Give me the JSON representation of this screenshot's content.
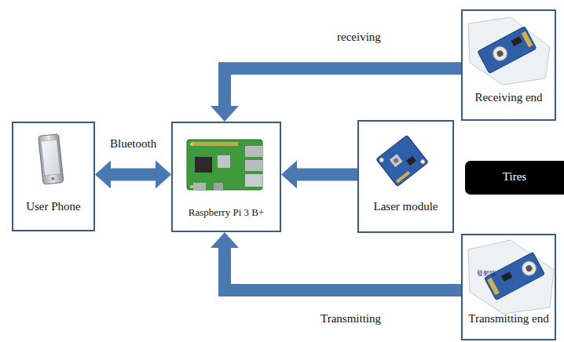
{
  "diagram": {
    "nodes": [
      {
        "text": [
          "User Phone"
        ]
      },
      {
        "text": [
          "Raspberry Pi 3 B+"
        ]
      },
      {
        "text": [
          "Laser module"
        ]
      },
      {
        "text": [
          "Receiving end"
        ]
      },
      {
        "text": [
          "Tires"
        ]
      },
      {
        "text": [
          "Transmitting end"
        ]
      }
    ],
    "edges": [
      {
        "from": 0,
        "to": 1,
        "arrow": "both",
        "label": "Bluetooth"
      },
      {
        "from": 2,
        "to": 1,
        "arrow": "to"
      },
      {
        "from": 3,
        "to": 1,
        "arrow": "to",
        "label": "receiving"
      },
      {
        "from": 5,
        "to": 1,
        "arrow": "to",
        "label": "Transmitting"
      }
    ],
    "labels": [
      "發射端"
    ]
  }
}
